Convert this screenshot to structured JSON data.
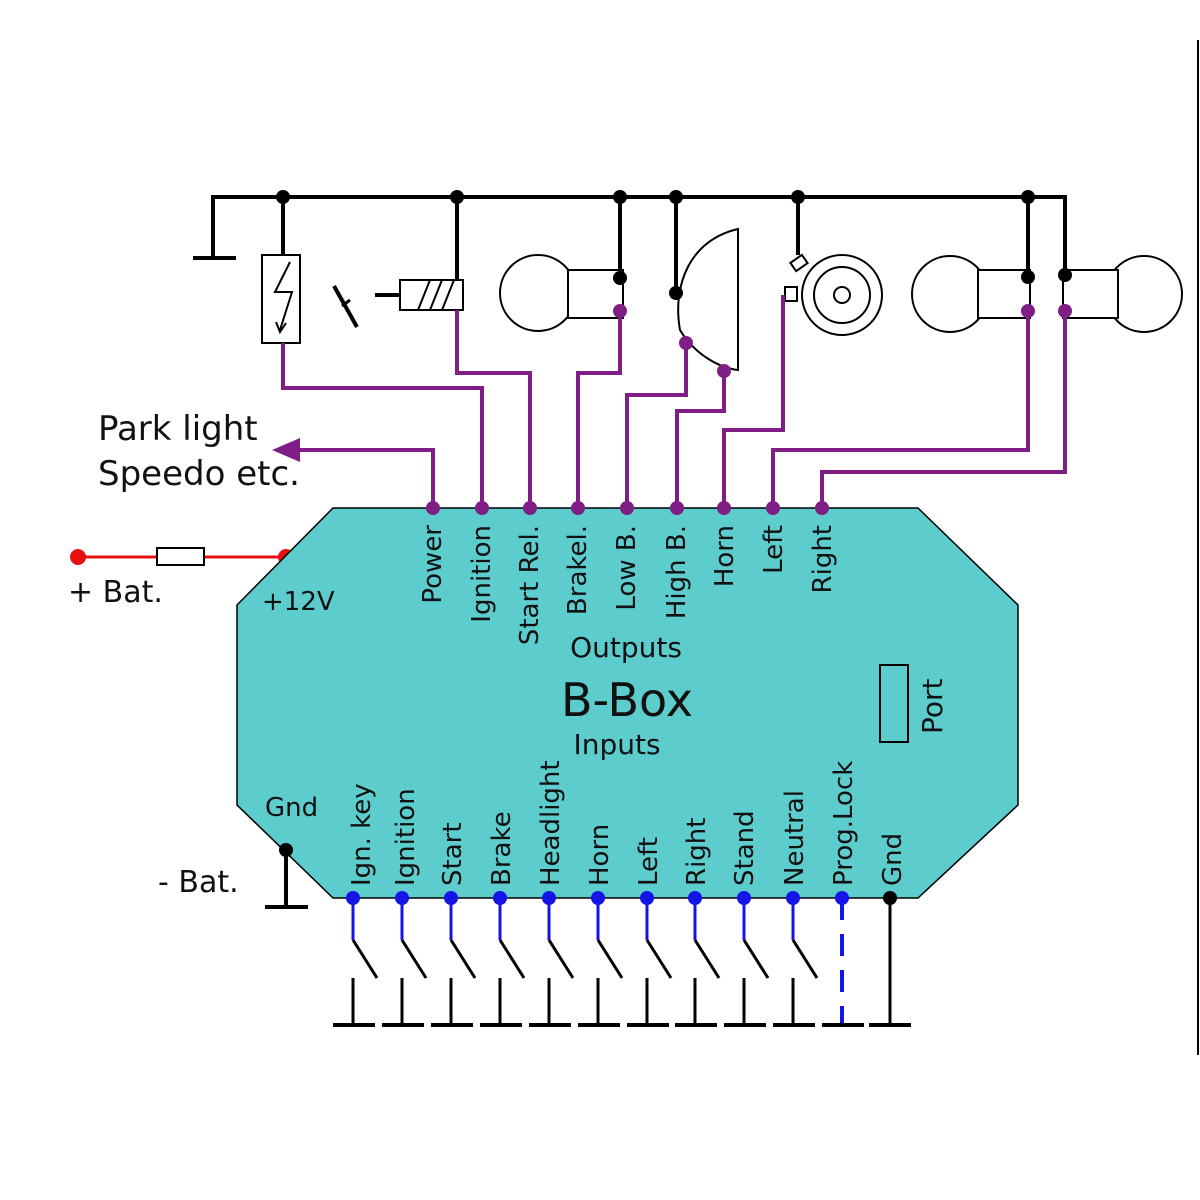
{
  "texts": {
    "park_line1": "Park light",
    "park_line2": "Speedo etc.",
    "bat_plus": "+ Bat.",
    "plus12": "+12V",
    "gnd_left": "Gnd",
    "bat_minus": "- Bat.",
    "outputs": "Outputs",
    "title": "B-Box",
    "inputs": "Inputs",
    "port": "Port"
  },
  "outputs": [
    "Power",
    "Ignition",
    "Start Rel.",
    "Brakel.",
    "Low B.",
    "High B.",
    "Horn",
    "Left",
    "Right"
  ],
  "inputs": [
    "Ign. key",
    "Ignition",
    "Start",
    "Brake",
    "Headlight",
    "Horn",
    "Left",
    "Right",
    "Stand",
    "Neutral",
    "Prog.Lock",
    "Gnd"
  ],
  "colors": {
    "box_fill": "#5ccccc",
    "output_wire": "#7f1f86",
    "input_wire": "#1414e6",
    "battery_wire": "#e61010",
    "ground_wire": "#000000"
  }
}
